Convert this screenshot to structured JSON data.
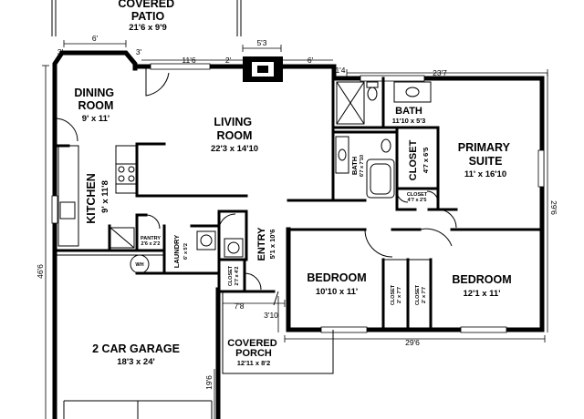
{
  "rooms": {
    "covered_patio": {
      "name": "COVERED\nPATIO",
      "size": "21'6 x 9'9"
    },
    "dining_room": {
      "name": "DINING\nROOM",
      "size": "9' x 11'"
    },
    "living_room": {
      "name": "LIVING\nROOM",
      "size": "22'3 x 14'10"
    },
    "bath_main": {
      "name": "BATH",
      "size": "11'10 x 5'3"
    },
    "primary_suite": {
      "name": "PRIMARY\nSUITE",
      "size": "11' x 16'10"
    },
    "kitchen": {
      "name": "KITCHEN",
      "size": "9' x 11'8"
    },
    "bath_small": {
      "name": "BATH",
      "size": "6'7 x 7'10"
    },
    "closet_primary": {
      "name": "CLOSET",
      "size": "4'7 x 6'5"
    },
    "closet_small": {
      "name": "CLOSET",
      "size": "4'7 x 2'5"
    },
    "pantry": {
      "name": "PANTRY",
      "size": "2'6 x 2'2"
    },
    "laundry": {
      "name": "LAUNDRY",
      "size": "6' x 5'2"
    },
    "entry": {
      "name": "ENTRY",
      "size": "5'1 x 10'6"
    },
    "closet_entry": {
      "name": "CLOSET",
      "size": "2'7 x 4'2"
    },
    "bedroom_1": {
      "name": "BEDROOM",
      "size": "10'10 x 11'"
    },
    "bedroom_2": {
      "name": "BEDROOM",
      "size": "12'1 x 11'"
    },
    "closet_bed1": {
      "name": "CLOSET",
      "size": "2' x 7'7"
    },
    "closet_bed2": {
      "name": "CLOSET",
      "size": "2' x 7'7"
    },
    "garage": {
      "name": "2 CAR GARAGE",
      "size": "18'3 x 24'"
    },
    "covered_porch": {
      "name": "COVERED\nPORCH",
      "size": "12'11 x 8'2"
    }
  },
  "fixtures": {
    "water_heater": "WH"
  },
  "dimensions": {
    "d_6": "6'",
    "d_3a": "3'",
    "d_3b": "3'",
    "d_11_6": "11'6",
    "d_2": "2'",
    "d_5_3": "5'3",
    "d_6b": "6'",
    "d_1_4": "1'4",
    "d_23_7": "23'7",
    "d_29_6_right": "29'6",
    "d_46_6": "46'6",
    "d_3_10": "3'10",
    "d_29_6_bottom": "29'6",
    "d_7_8": "7'8",
    "d_19_6": "19'6"
  }
}
